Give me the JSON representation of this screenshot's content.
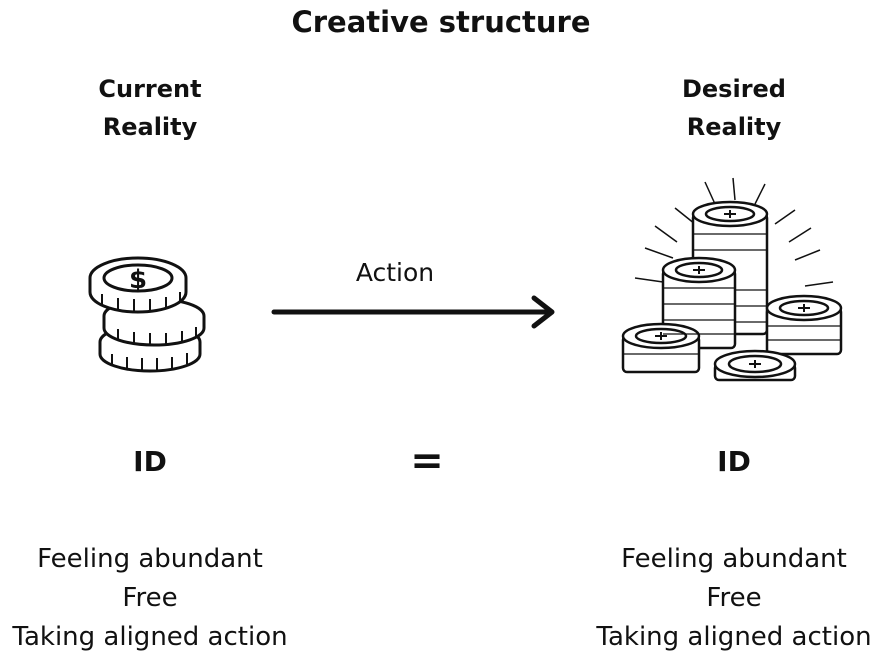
{
  "title": "Creative structure",
  "current": {
    "heading_line1": "Current",
    "heading_line2": "Reality",
    "id_label": "ID",
    "items": [
      "Feeling abundant",
      "Free",
      "Taking aligned action"
    ],
    "icon": "small-coin-stack-icon"
  },
  "transition": {
    "label": "Action",
    "arrow_icon": "right-arrow-icon",
    "equals": "="
  },
  "desired": {
    "heading_line1": "Desired",
    "heading_line2": "Reality",
    "id_label": "ID",
    "items": [
      "Feeling abundant",
      "Free",
      "Taking aligned action"
    ],
    "icon": "large-coin-piles-icon"
  },
  "colors": {
    "ink": "#111111",
    "background": "#ffffff"
  }
}
